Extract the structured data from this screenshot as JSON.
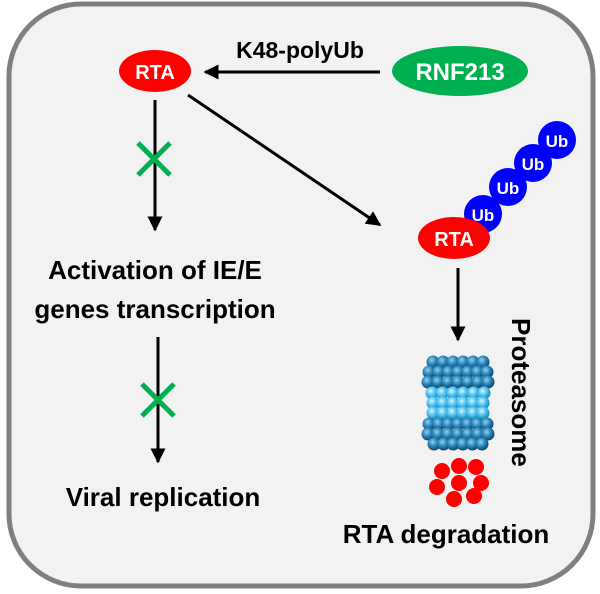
{
  "colors": {
    "panel_bg": "#f2f2f2",
    "panel_border": "#7f7f7f",
    "rta": "#ff0000",
    "rnf213": "#00b050",
    "ub": "#0000ff",
    "block_x": "#00b050",
    "arrow": "#000000",
    "proteasome_dark": "#1f6fa0",
    "proteasome_light": "#4fc3f0",
    "fragments": "#ff0000"
  },
  "nodes": {
    "rta_top": "RTA",
    "rnf213": "RNF213",
    "rta_ub": "RTA",
    "ub_labels": [
      "Ub",
      "Ub",
      "Ub",
      "Ub"
    ]
  },
  "edges": {
    "ubiquitination_label": "K48-polyUb"
  },
  "labels": {
    "activation_line1": "Activation of IE/E",
    "activation_line2": "genes transcription",
    "viral_replication": "Viral replication",
    "proteasome": "Proteasome",
    "degradation": "RTA degradation"
  }
}
